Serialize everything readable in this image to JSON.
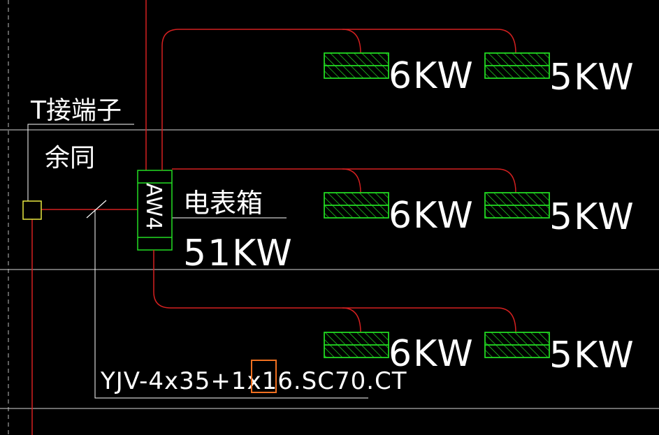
{
  "labels": {
    "terminal_top": "T接端子",
    "terminal_bottom": "余同",
    "meter_box": "电表箱",
    "meter_power": "51KW",
    "panel_id": "AW4",
    "cable_prefix": "YJV-4x35+1x",
    "cable_highlight": "16",
    "cable_suffix": ".SC70.CT"
  },
  "units": [
    {
      "left_load": "6KW",
      "right_load": "5KW"
    },
    {
      "left_load": "6KW",
      "right_load": "5KW"
    },
    {
      "left_load": "6KW",
      "right_load": "5KW"
    }
  ],
  "colors": {
    "background": "#000000",
    "wire": "#d42020",
    "load_box": "#22dd22",
    "panel_box": "#22dd22",
    "terminal_box": "#e8e840",
    "highlight_box": "#f07020",
    "text": "#ffffff",
    "grid_line": "#d8d8d8"
  }
}
